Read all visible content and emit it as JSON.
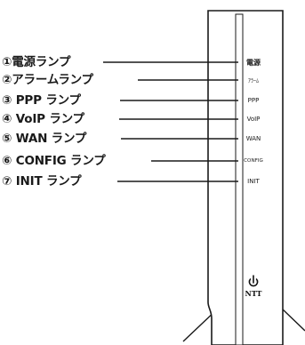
{
  "callouts": [
    "①電源ランプ",
    "②アラームランプ",
    "③ PPP ランプ",
    "④ VoIP ランプ",
    "⑤ WAN ランプ",
    "⑥ CONFIG ランプ",
    "⑦ INIT ランプ"
  ],
  "panel_labels": [
    "電源",
    "ｱﾗｰﾑ",
    "PPP",
    "VoIP",
    "WAN",
    "CONFIG",
    "INIT"
  ],
  "brand": {
    "icon": "power-icon",
    "text": "NTT"
  }
}
